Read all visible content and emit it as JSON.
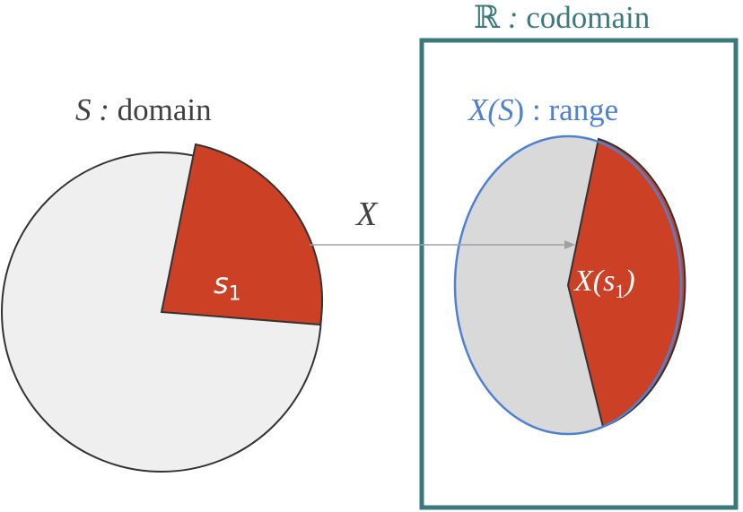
{
  "codomain": {
    "symbol": "ℝ",
    "separator": " : ",
    "word": "codomain"
  },
  "domain": {
    "symbol": "S",
    "separator": " : ",
    "word": "domain"
  },
  "range": {
    "symbol_open": "X(",
    "symbol_var": "S",
    "symbol_close": ")",
    "separator": " : ",
    "word": "range"
  },
  "mapping": {
    "label": "X"
  },
  "element": {
    "base": "s",
    "subscript": "1"
  },
  "image": {
    "prefix": "X(",
    "base": "s",
    "subscript": "1",
    "suffix": ")"
  },
  "colors": {
    "codomain_box": "#3a7a7c",
    "range_outline": "#4f81d0",
    "highlight": "#cc4125",
    "domain_fill": "#efefef",
    "range_fill": "#d9d9d9",
    "outline": "#333333",
    "arrow": "#a0a0a0",
    "text": "#404040"
  }
}
